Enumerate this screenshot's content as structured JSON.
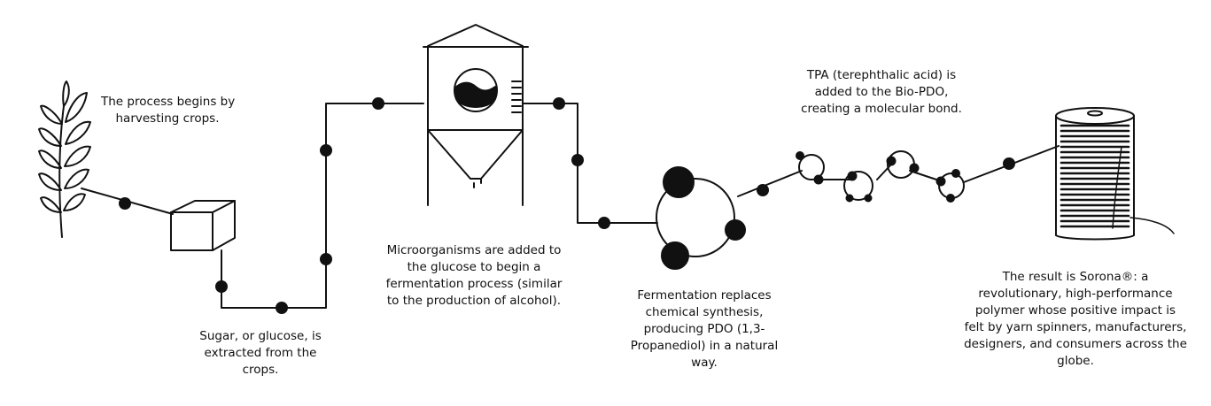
{
  "colors": {
    "ink": "#111111",
    "background": "#ffffff"
  },
  "steps": [
    {
      "id": "harvest",
      "icon": "wheat-plant-icon",
      "caption_lines": [
        "The process begins by",
        "harvesting crops."
      ]
    },
    {
      "id": "extract",
      "icon": "sugar-cube-icon",
      "caption_lines": [
        "Sugar, or glucose, is",
        "extracted from the",
        "crops."
      ]
    },
    {
      "id": "ferment-tank",
      "icon": "fermentation-tank-icon",
      "caption_lines": [
        "Microorganisms are added to",
        "the glucose to begin a",
        "fermentation process (similar",
        "to the production of alcohol)."
      ]
    },
    {
      "id": "pdo",
      "icon": "pdo-molecule-icon",
      "caption_lines": [
        "Fermentation replaces",
        "chemical synthesis,",
        "producing PDO (1,3-",
        "Propanediol) in a natural",
        "way."
      ]
    },
    {
      "id": "tpa",
      "icon": "molecular-chain-icon",
      "caption_lines": [
        "TPA (terephthalic acid) is",
        "added to the Bio-PDO,",
        "creating a molecular bond."
      ]
    },
    {
      "id": "sorona",
      "icon": "yarn-spool-icon",
      "caption_lines": [
        "The result is Sorona®: a",
        "revolutionary, high-performance",
        "polymer whose positive impact is",
        "felt by yarn spinners, manufacturers,",
        "designers, and consumers across the",
        "globe."
      ]
    }
  ]
}
